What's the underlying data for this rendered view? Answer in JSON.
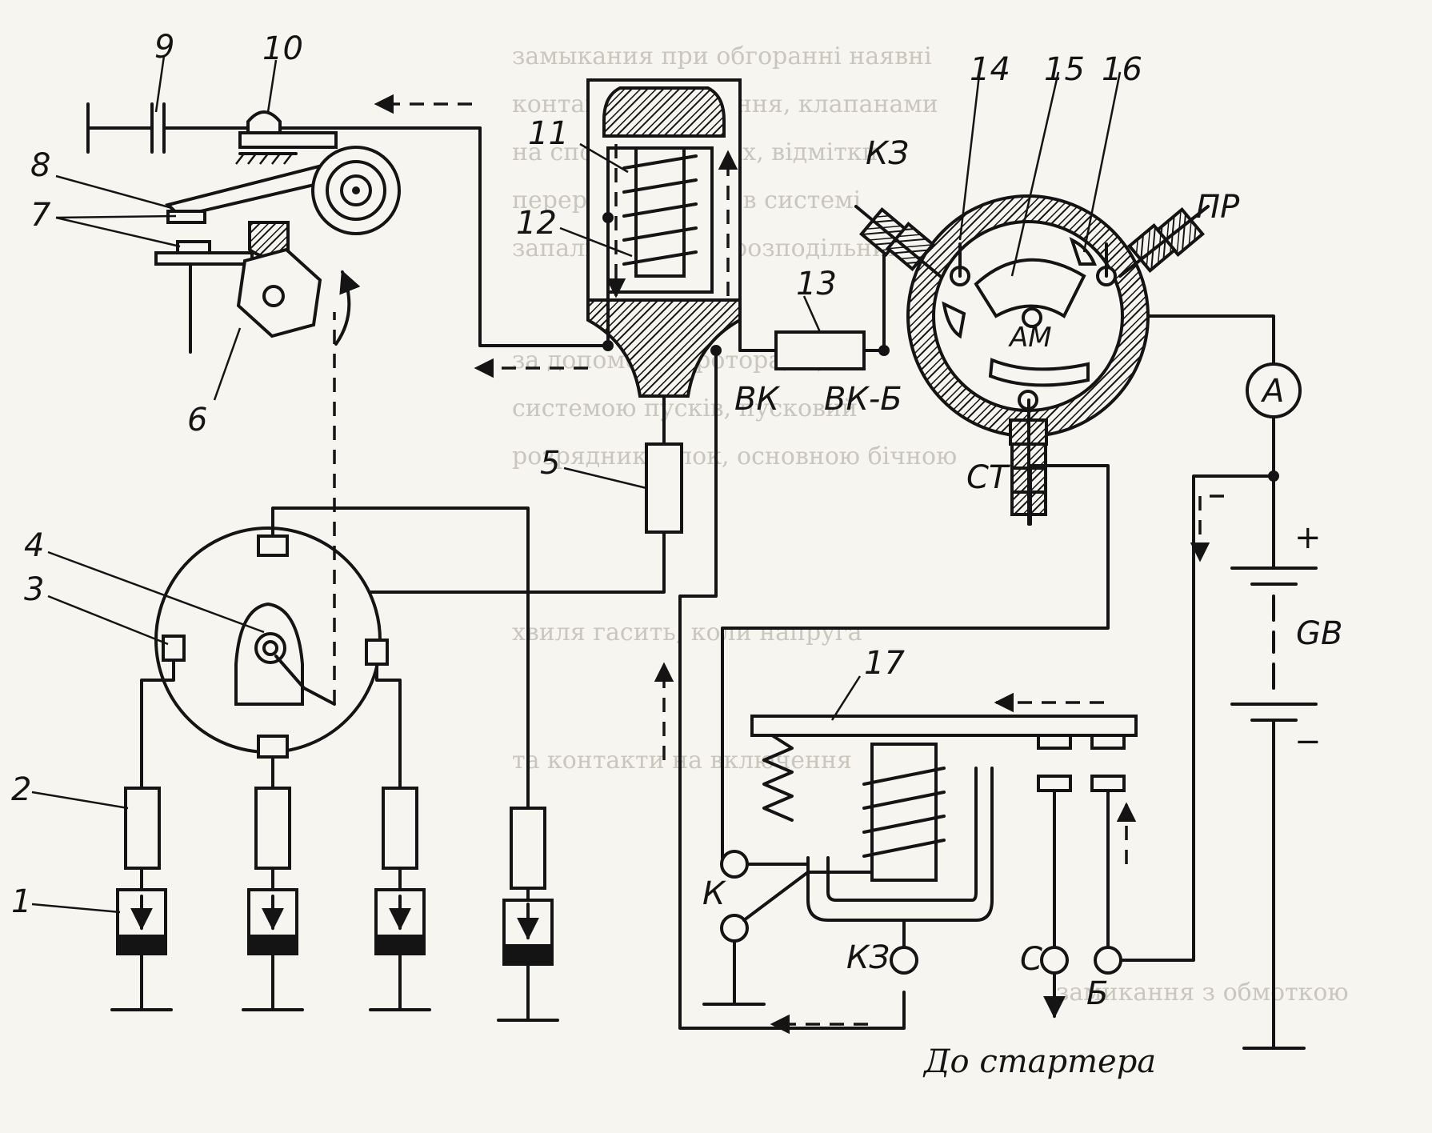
{
  "numbers": {
    "n1": "1",
    "n2": "2",
    "n3": "3",
    "n4": "4",
    "n5": "5",
    "n6": "6",
    "n7": "7",
    "n8": "8",
    "n9": "9",
    "n10": "10",
    "n11": "11",
    "n12": "12",
    "n13": "13",
    "n14": "14",
    "n15": "15",
    "n16": "16",
    "n17": "17"
  },
  "terminals": {
    "vk": "ВК",
    "vk_b": "ВК-Б",
    "kz_top": "КЗ",
    "pr": "ПР",
    "st": "СТ",
    "am": "АМ",
    "ammeter": "А",
    "k": "К",
    "kz_bottom": "КЗ",
    "c": "С",
    "b": "Б"
  },
  "battery": {
    "label": "GB",
    "plus": "+",
    "minus": "−"
  },
  "caption": "До стартера",
  "bleed_text": [
    "замыкания при обгоранні наявні",
    "контакти, замикання, клапанами",
    "на сполучення всіх, відмітки",
    "переривача, сила в системі",
    "запалювання від розподільника",
    "за допомогою ротора, що",
    "системою пусків, пусковий",
    "розрядник, блок, основною бічною",
    "хвиля гасить, коли напруга",
    "та контакти на включення",
    "замикання з обмоткою"
  ]
}
